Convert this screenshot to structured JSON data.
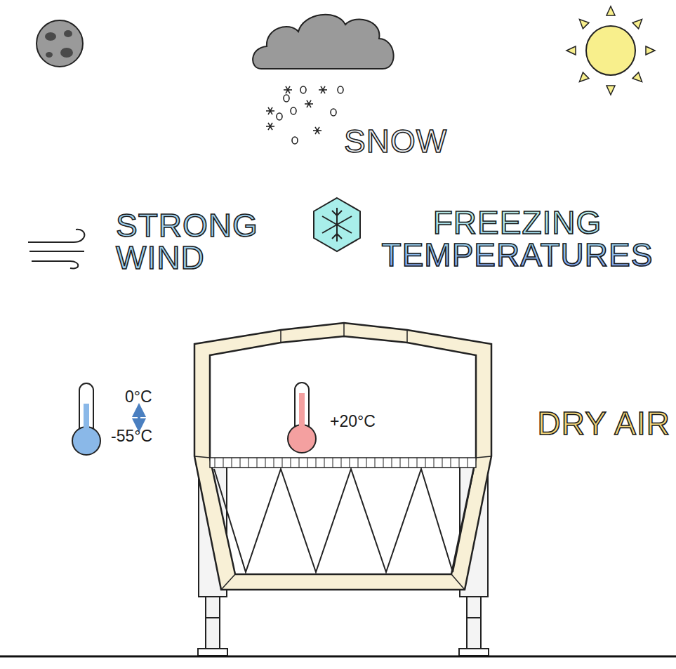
{
  "diagram": {
    "nodes": [
      {
        "text": [
          "+20°C"
        ]
      }
    ],
    "labels": [
      "SNOW",
      "STRONG WIND",
      "FREEZING TEMPERATURES",
      "0°C",
      "-55°C",
      "DRY AIR"
    ]
  }
}
